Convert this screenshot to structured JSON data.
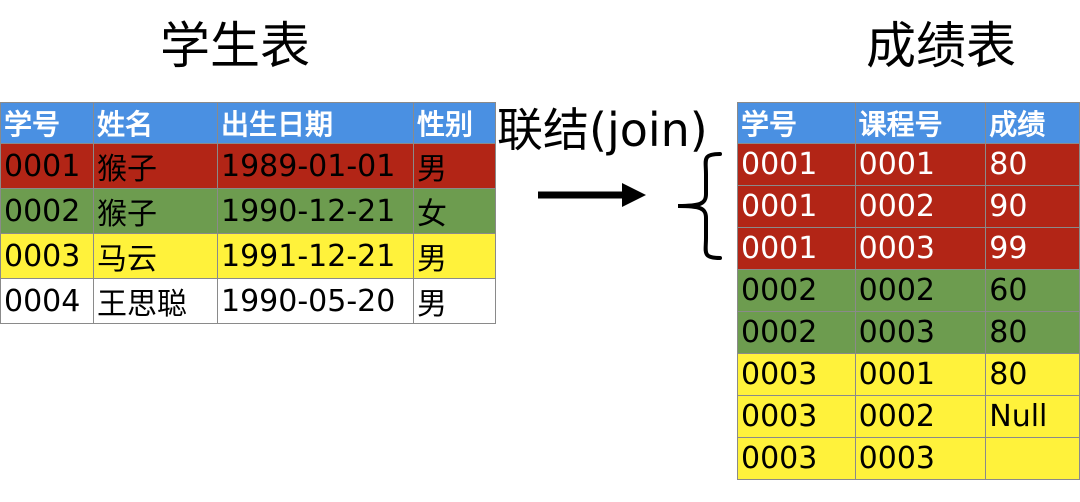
{
  "titles": {
    "students": "学生表",
    "scores": "成绩表"
  },
  "join_label": "联结(join)",
  "students": {
    "headers": [
      "学号",
      "姓名",
      "出生日期",
      "性别"
    ],
    "rows": [
      {
        "color": "#b22516",
        "cells": [
          "0001",
          "猴子",
          "1989-01-01",
          "男"
        ]
      },
      {
        "color": "#6d9c4f",
        "cells": [
          "0002",
          "猴子",
          "1990-12-21",
          "女"
        ]
      },
      {
        "color": "#fff23b",
        "cells": [
          "0003",
          "马云",
          "1991-12-21",
          "男"
        ]
      },
      {
        "color": "#ffffff",
        "cells": [
          "0004",
          "王思聪",
          "1990-05-20",
          "男"
        ]
      }
    ]
  },
  "scores": {
    "headers": [
      "学号",
      "课程号",
      "成绩"
    ],
    "rows": [
      {
        "color": "#b22516",
        "cells": [
          "0001",
          "0001",
          "80"
        ]
      },
      {
        "color": "#b22516",
        "cells": [
          "0001",
          "0002",
          "90"
        ]
      },
      {
        "color": "#b22516",
        "cells": [
          "0001",
          "0003",
          "99"
        ]
      },
      {
        "color": "#6d9c4f",
        "cells": [
          "0002",
          "0002",
          "60"
        ]
      },
      {
        "color": "#6d9c4f",
        "cells": [
          "0002",
          "0003",
          "80"
        ]
      },
      {
        "color": "#fff23b",
        "cells": [
          "0003",
          "0001",
          "80"
        ]
      },
      {
        "color": "#fff23b",
        "cells": [
          "0003",
          "0002",
          "Null"
        ]
      },
      {
        "color": "#fff23b",
        "cells": [
          "0003",
          "0003",
          ""
        ]
      }
    ]
  },
  "colors": {
    "header": "#4a90e2",
    "red": "#b22516",
    "green": "#6d9c4f",
    "yellow": "#fff23b"
  },
  "icons": {
    "arrow": "right-arrow-icon",
    "brace": "left-curly-brace-icon"
  }
}
